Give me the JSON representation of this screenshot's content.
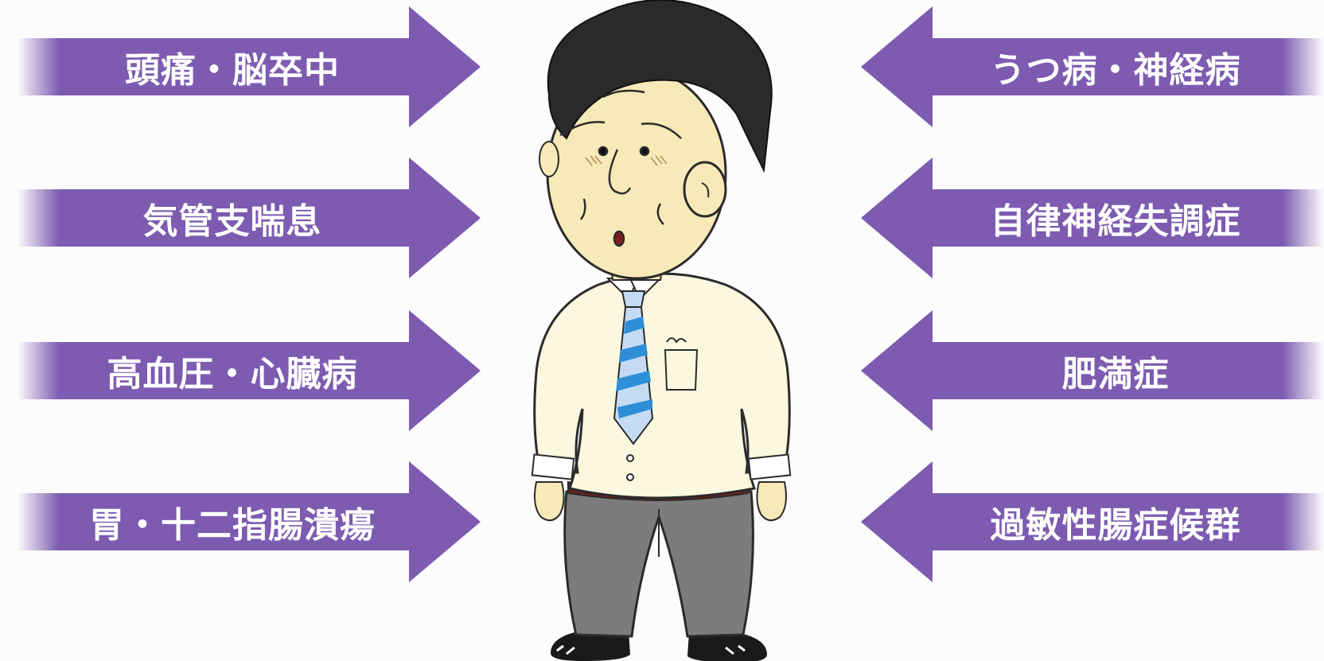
{
  "left_conditions": [
    "頭痛・脳卒中",
    "気管支喘息",
    "高血圧・心臓病",
    "胃・十二指腸潰瘍"
  ],
  "right_conditions": [
    "うつ病・神経病",
    "自律神経失調症",
    "肥満症",
    "過敏性腸症候群"
  ],
  "colors": {
    "arrow": "#7c5bb0",
    "shirt": "#fbf8df",
    "skin": "#f7eab8",
    "hair": "#2a2a2a",
    "pants": "#7c7c7c",
    "tie_blue": "#2e8fd6",
    "tie_light": "#c5dbf3"
  }
}
